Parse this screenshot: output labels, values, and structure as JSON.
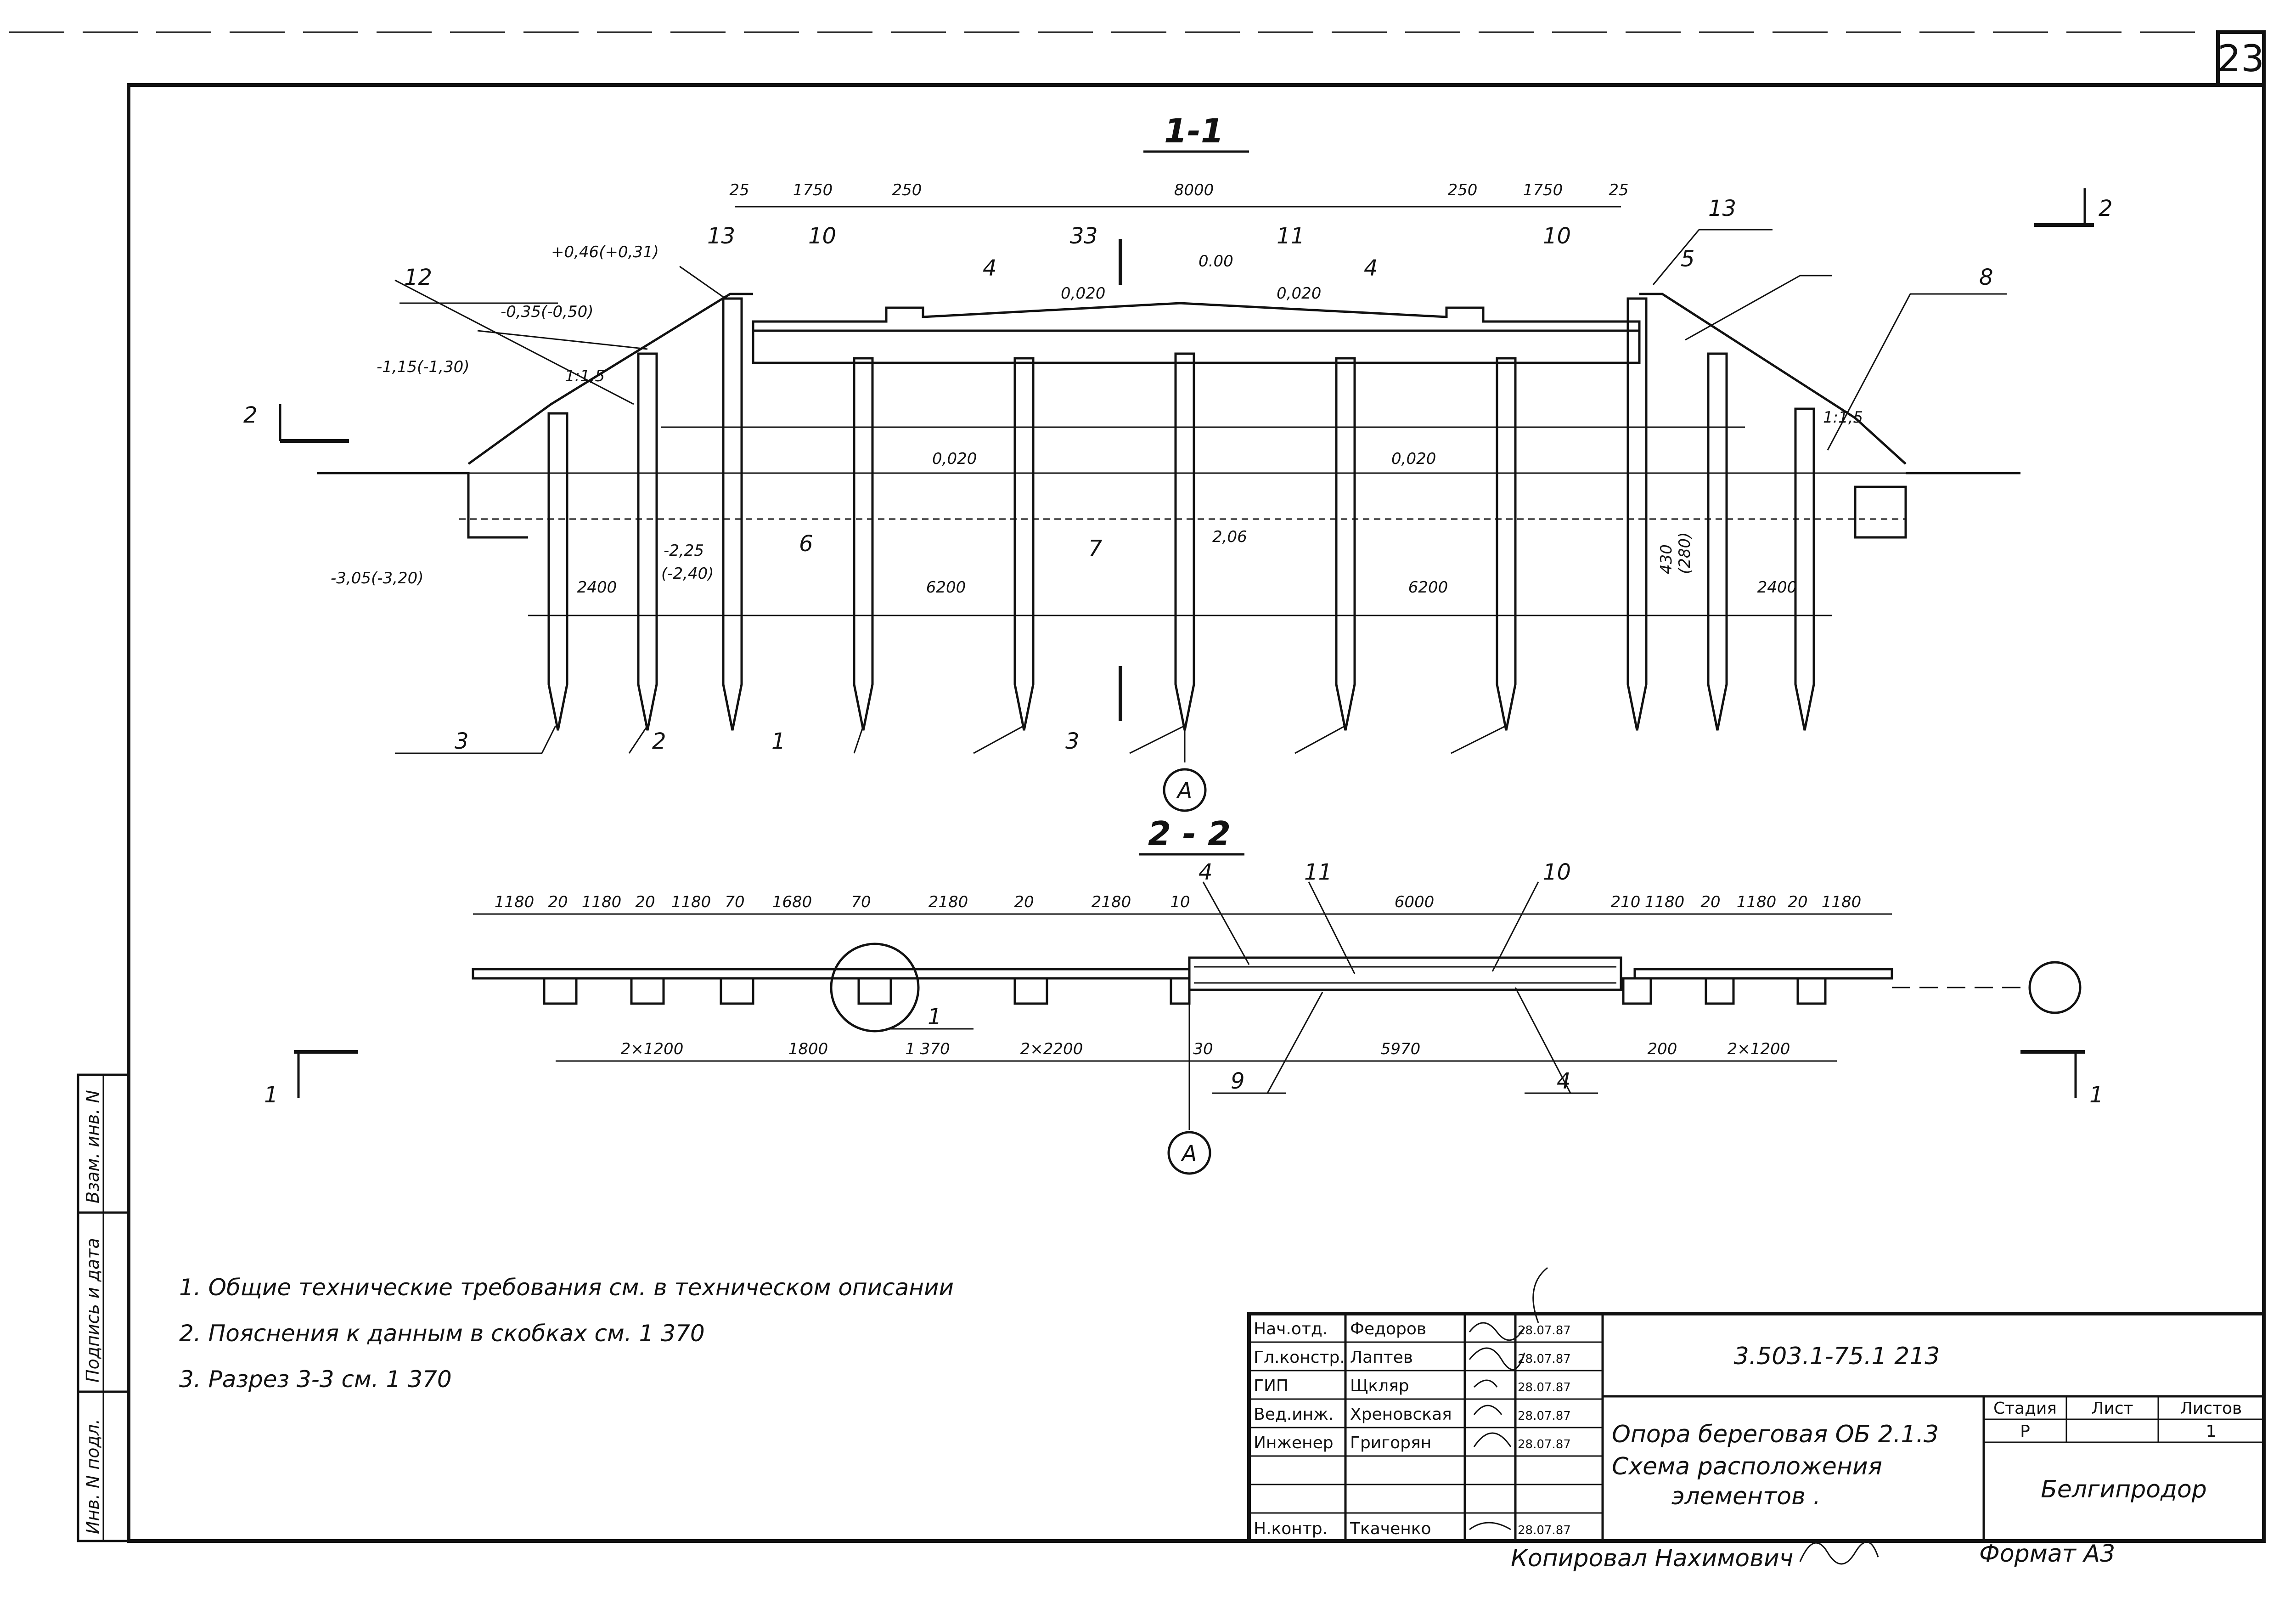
{
  "sheet_number": "23",
  "section_1": {
    "title": "1-1",
    "top_dims": [
      "25",
      "1750",
      "250",
      "8000",
      "250",
      "1750",
      "25"
    ],
    "elevations": [
      "+0,46(+0,31)",
      "-0,35(-0,50)",
      "-1,15(-1,30)",
      "-3,05(-3,20)",
      "-2,25",
      "(-2,40)",
      "0.00",
      "2,06",
      "430",
      "(280)"
    ],
    "slopes": [
      "0,020",
      "0,020",
      "0,020",
      "0,020",
      "1:1,5",
      "1:1,5"
    ],
    "spans": [
      "2400",
      "6200",
      "6200",
      "2400"
    ],
    "callouts": [
      "12",
      "13",
      "10",
      "4",
      "11",
      "4",
      "10",
      "13",
      "5",
      "8",
      "6",
      "7",
      "3",
      "2",
      "1",
      "3",
      "3"
    ],
    "cut_marks": [
      "2",
      "2",
      "3"
    ],
    "axis": "A"
  },
  "section_2": {
    "title": "2 - 2",
    "top_dims": [
      "1180",
      "20",
      "1180",
      "20",
      "1180",
      "70",
      "1680",
      "70",
      "2180",
      "20",
      "2180",
      "10",
      "6000",
      "210",
      "1180",
      "20",
      "1180",
      "20",
      "1180"
    ],
    "bottom_dims": [
      "2×1200",
      "1800",
      "1 370",
      "2×2200",
      "30",
      "5970",
      "200",
      "2×1200"
    ],
    "callouts": [
      "4",
      "11",
      "10",
      "1",
      "9",
      "4"
    ],
    "cut_marks": [
      "1",
      "1"
    ],
    "axis": "A"
  },
  "notes": [
    "1. Общие технические требования см. в техническом описании",
    "2. Пояснения к данным в скобках см. 1 370",
    "3. Разрез 3-3 см. 1 370"
  ],
  "side_stamp": [
    "Инв. N подл.",
    "Подпись и дата",
    "Взам. инв. N"
  ],
  "title_block": {
    "rows": [
      {
        "role": "Нач.отд.",
        "name": "Федоров",
        "date": "28.07.87"
      },
      {
        "role": "Гл.констр.",
        "name": "Лаптев",
        "date": "28.07.87"
      },
      {
        "role": "ГИП",
        "name": "Щкляр",
        "date": "28.07.87"
      },
      {
        "role": "Вед.инж.",
        "name": "Хреновская",
        "date": "28.07.87"
      },
      {
        "role": "Инженер",
        "name": "Григорян",
        "date": "28.07.87"
      },
      {
        "role": "",
        "name": "",
        "date": ""
      },
      {
        "role": "",
        "name": "",
        "date": ""
      },
      {
        "role": "Н.контр.",
        "name": "Ткаченко",
        "date": "28.07.87"
      }
    ],
    "doc_code": "3.503.1-75.1 213",
    "title_lines": [
      "Опора береговая ОБ 2.1.3",
      "Схема расположения",
      "элементов ."
    ],
    "stage_header": "Стадия",
    "sheet_header": "Лист",
    "sheets_header": "Листов",
    "stage": "Р",
    "sheets": "1",
    "org": "Белгипродор",
    "copied_by": "Копировал Нахимович",
    "format": "Формат А3"
  }
}
